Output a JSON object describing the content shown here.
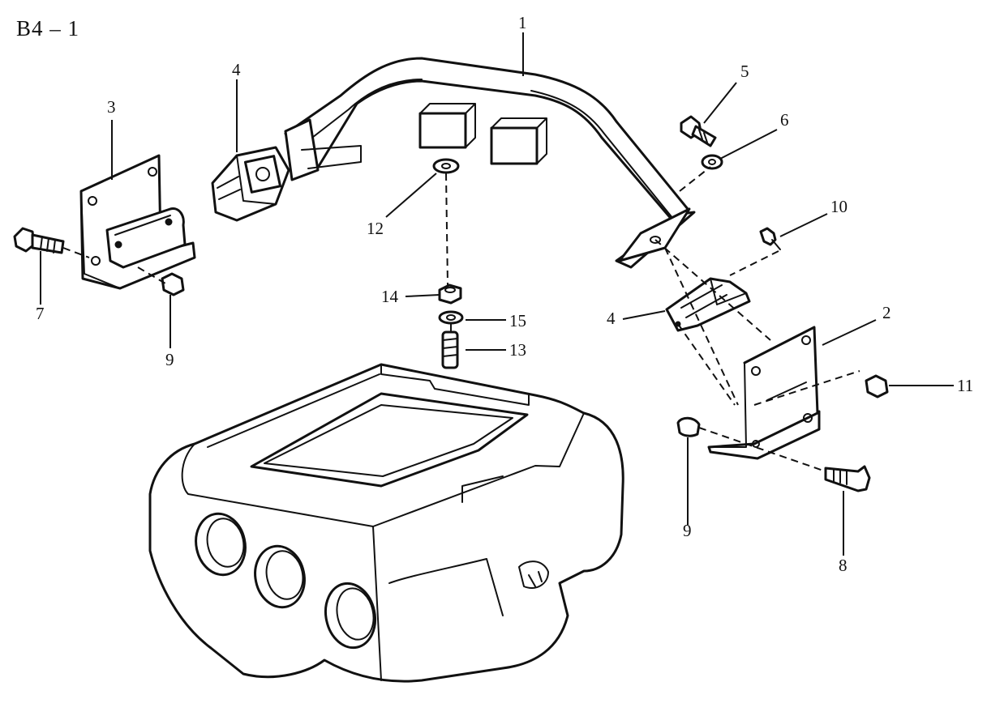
{
  "page_code": "B4 – 1",
  "callouts": {
    "c1": "1",
    "c2": "2",
    "c3": "3",
    "c4a": "4",
    "c4b": "4",
    "c5": "5",
    "c6": "6",
    "c7": "7",
    "c8": "8",
    "c9a": "9",
    "c9b": "9",
    "c10": "10",
    "c11": "11",
    "c12": "12",
    "c13": "13",
    "c14": "14",
    "c15": "15"
  }
}
